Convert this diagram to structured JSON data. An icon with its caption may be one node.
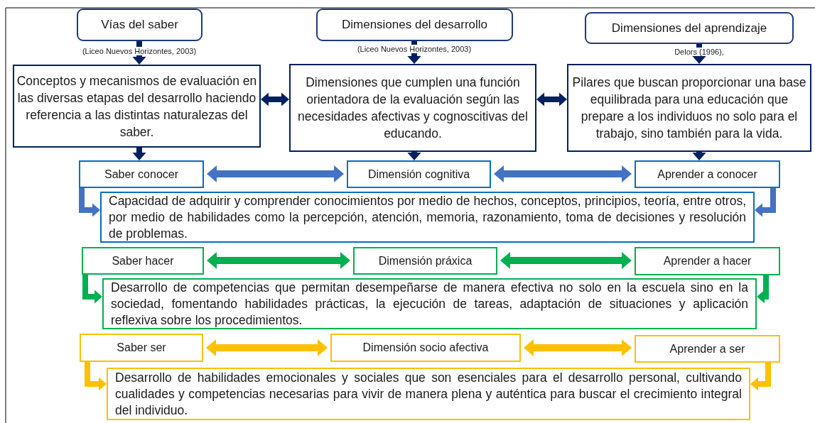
{
  "diagram": {
    "nodes": [
      {
        "text": [
          "Vías del saber"
        ],
        "beside": [
          "(Liceo Nuevos Horizontes, 2003)"
        ]
      },
      {
        "text": [
          "Dimensiones del desarrollo"
        ],
        "beside": [
          "(Liceo Nuevos Horizontes, 2003)"
        ]
      },
      {
        "text": [
          "Dimensiones del aprendizaje"
        ],
        "beside": [
          "Delors (1996),"
        ]
      },
      {
        "text": [
          "Conceptos y mecanismos de evaluación en las diversas etapas del desarrollo haciendo referencia a las distintas naturalezas del saber."
        ]
      },
      {
        "text": [
          "Dimensiones que cumplen una función orientadora de la evaluación según las necesidades afectivas y cognoscitivas del educando."
        ]
      },
      {
        "text": [
          "Pilares que buscan proporcionar una base equilibrada para una educación que prepare a los individuos no solo para el trabajo, sino también para la vida."
        ]
      },
      {
        "text": [
          "Saber conocer"
        ]
      },
      {
        "text": [
          "Dimensión cognitiva"
        ]
      },
      {
        "text": [
          "Aprender a conocer"
        ]
      },
      {
        "text": [
          "Capacidad de adquirir y comprender conocimientos por medio de hechos, conceptos, principios, teoría, entre otros, por medio de habilidades como la percepción, atención, memoria, razonamiento, toma de decisiones y resolución de problemas."
        ]
      },
      {
        "text": [
          "Saber hacer"
        ]
      },
      {
        "text": [
          "Dimensión práxica"
        ]
      },
      {
        "text": [
          "Aprender a hacer"
        ]
      },
      {
        "text": [
          "Desarrollo de competencias que permitan desempeñarse de manera efectiva no solo en la escuela sino en la sociedad, fomentando habilidades prácticas, la ejecución de tareas, adaptación de situaciones y aplicación reflexiva sobre los procedimientos."
        ]
      },
      {
        "text": [
          "Saber ser"
        ]
      },
      {
        "text": [
          "Dimensión socio afectiva"
        ]
      },
      {
        "text": [
          "Aprender a ser"
        ]
      },
      {
        "text": [
          "Desarrollo de habilidades emocionales y sociales que son esenciales para el desarrollo personal, cultivando cualidades y competencias necesarias para vivir de manera plena y auténtica para buscar el crecimiento integral del individuo."
        ]
      }
    ],
    "edges": [
      {
        "from": 0,
        "to": 3,
        "arrow": "to"
      },
      {
        "from": 1,
        "to": 4,
        "arrow": "to"
      },
      {
        "from": 2,
        "to": 5,
        "arrow": "to"
      },
      {
        "from": 3,
        "to": 4,
        "arrow": "both"
      },
      {
        "from": 4,
        "to": 5,
        "arrow": "both"
      },
      {
        "from": 3,
        "to": 6,
        "arrow": "to"
      },
      {
        "from": 4,
        "to": 7,
        "arrow": "to"
      },
      {
        "from": 5,
        "to": 8,
        "arrow": "to"
      },
      {
        "from": 6,
        "to": 7,
        "arrow": "both",
        "color": "#4472c4"
      },
      {
        "from": 7,
        "to": 8,
        "arrow": "both",
        "color": "#4472c4"
      },
      {
        "from": 6,
        "to": 9,
        "arrow": "to",
        "color": "#4472c4"
      },
      {
        "from": 8,
        "to": 9,
        "arrow": "to",
        "color": "#4472c4"
      },
      {
        "from": 10,
        "to": 11,
        "arrow": "both",
        "color": "#00b050"
      },
      {
        "from": 11,
        "to": 12,
        "arrow": "both",
        "color": "#00b050"
      },
      {
        "from": 10,
        "to": 13,
        "arrow": "to",
        "color": "#00b050"
      },
      {
        "from": 12,
        "to": 13,
        "arrow": "to",
        "color": "#00b050"
      },
      {
        "from": 14,
        "to": 15,
        "arrow": "both",
        "color": "#ffc000"
      },
      {
        "from": 15,
        "to": 16,
        "arrow": "both",
        "color": "#ffc000"
      },
      {
        "from": 14,
        "to": 17,
        "arrow": "to",
        "color": "#ffc000"
      },
      {
        "from": 16,
        "to": 17,
        "arrow": "to",
        "color": "#ffc000"
      }
    ]
  }
}
